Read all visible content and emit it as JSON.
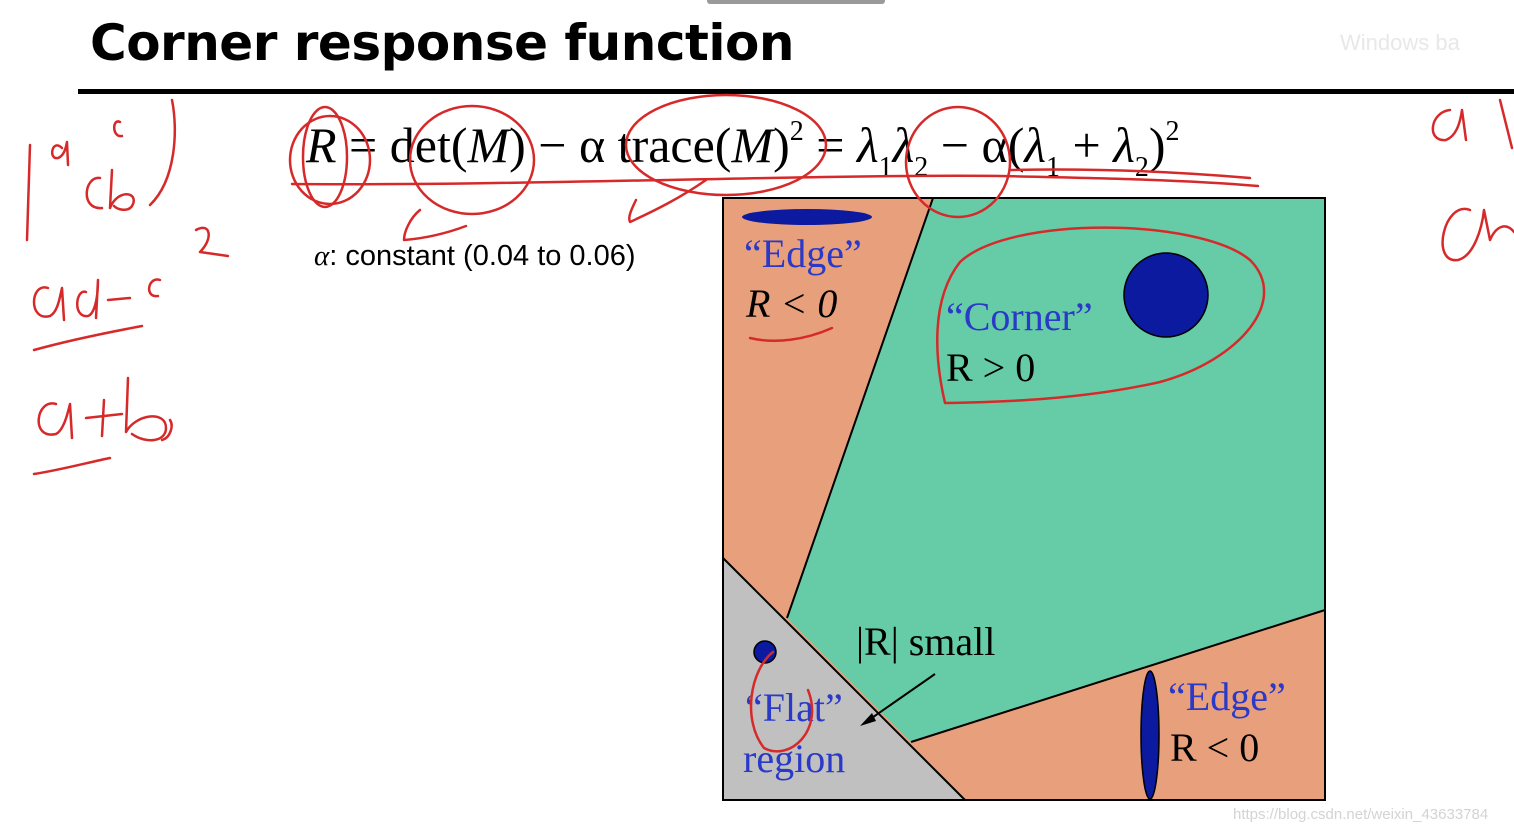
{
  "slide": {
    "title": "Corner response function",
    "formula": {
      "R": "R",
      "eq1": " = det(",
      "M1": "M",
      "mid": ") − α trace(",
      "M2": "M",
      "close": ")",
      "exp": "2",
      "eq2": " = ",
      "lambda": "λ",
      "one": "1",
      "two": "2",
      "minus_alpha": " − α(",
      "plus": " + ",
      "paren": ")"
    },
    "alpha_note": {
      "symbol": "α",
      "text": ": constant (0.04 to 0.06)"
    },
    "regions": {
      "edge_top": {
        "label": "“Edge”",
        "condition": "R < 0"
      },
      "corner": {
        "label": "“Corner”",
        "condition": "R > 0"
      },
      "flat": {
        "label_line1": "“Flat”",
        "label_line2": "region"
      },
      "edge_bottom": {
        "label": "“Edge”",
        "condition": "R < 0"
      },
      "r_small": "|R| small"
    },
    "colors": {
      "edge_region": "#e8a07c",
      "corner_region": "#66cca7",
      "flat_region": "#c0c0c0",
      "ellipse": "#0b1a9e",
      "label_blue": "#2b39c8",
      "annotation_red": "#d62a2a"
    },
    "watermark": "https://blog.csdn.net/weixin_43633784",
    "watermark_top": "Windows ba"
  }
}
